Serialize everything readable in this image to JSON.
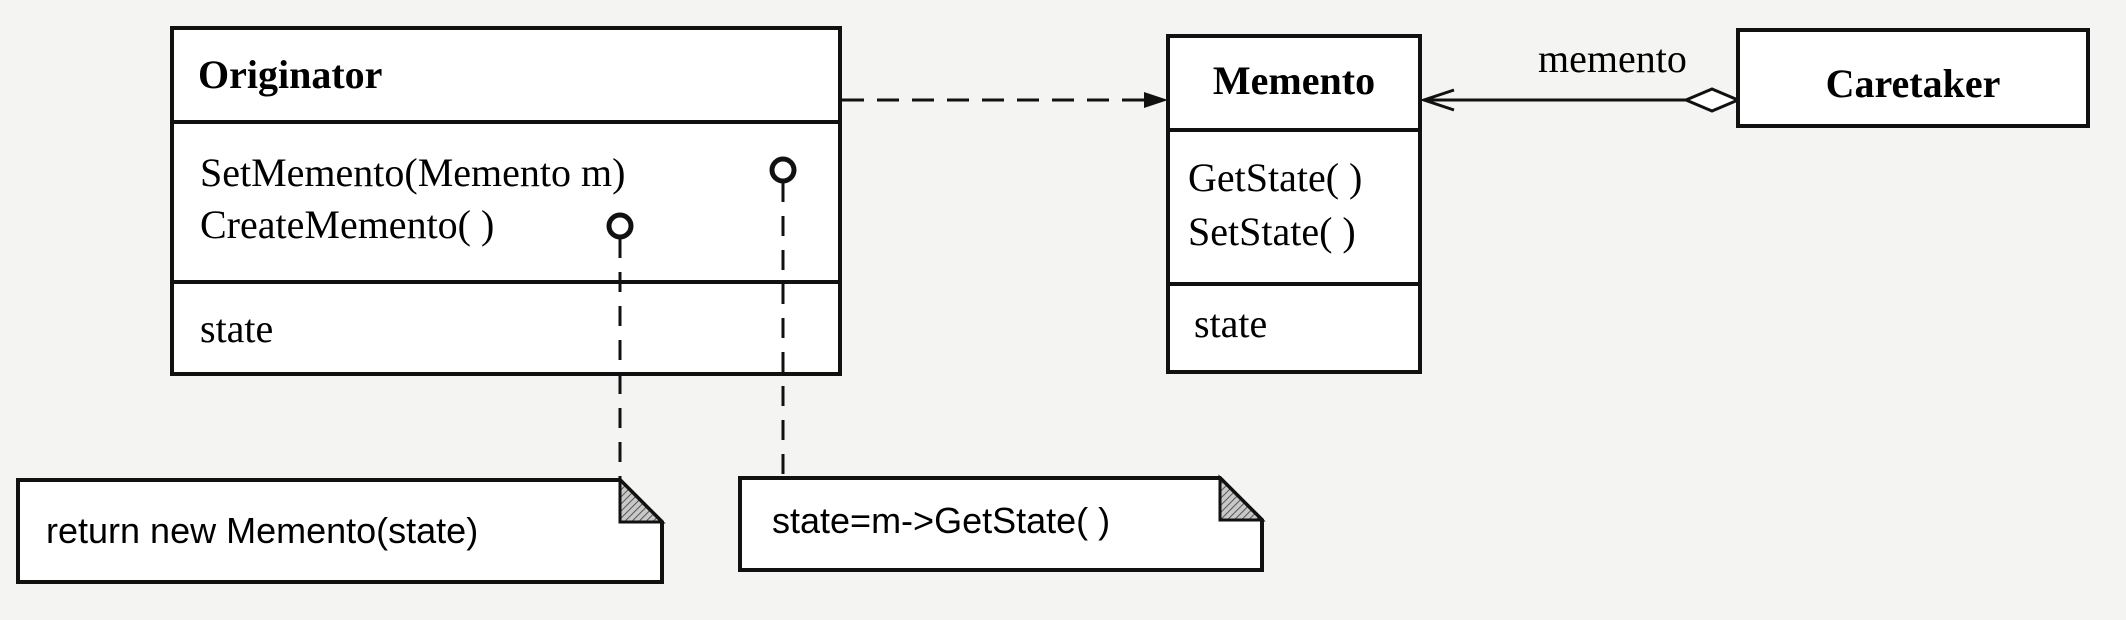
{
  "originator": {
    "name": "Originator",
    "operations": [
      "SetMemento(Memento m)",
      "CreateMemento( )"
    ],
    "attributes": [
      "state"
    ]
  },
  "memento": {
    "name": "Memento",
    "operations": [
      "GetState( )",
      "SetState( )"
    ],
    "attributes": [
      "state"
    ]
  },
  "caretaker": {
    "name": "Caretaker"
  },
  "association": {
    "role_label": "memento"
  },
  "notes": {
    "create_memento": "return new Memento(state)",
    "set_memento": "state=m->GetState( )"
  },
  "colors": {
    "background": "#f4f4f2",
    "line": "#111111",
    "note_fold": "#9a9a9a"
  }
}
